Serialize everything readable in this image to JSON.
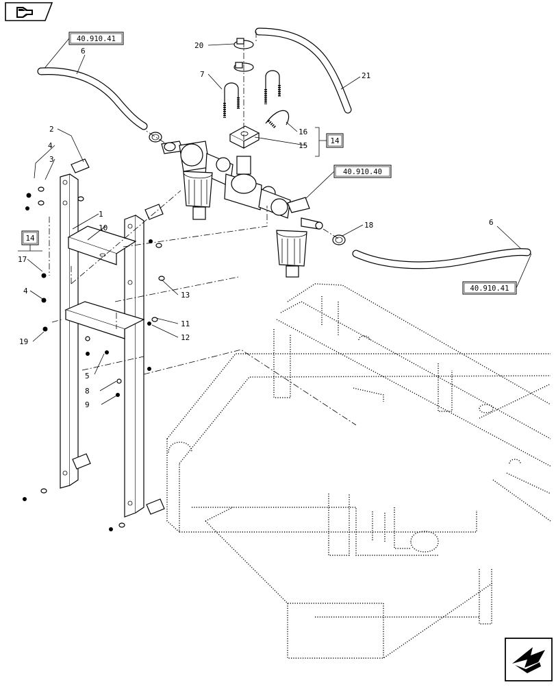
{
  "reference_boxes": [
    {
      "id": "ref-top-left",
      "text": "40.910.41"
    },
    {
      "id": "ref-mid",
      "text": "40.910.40"
    },
    {
      "id": "ref-right",
      "text": "40.910.41"
    },
    {
      "id": "kit-top",
      "text": "14"
    },
    {
      "id": "kit-left",
      "text": "14"
    }
  ],
  "callouts": {
    "c2": "2",
    "c3": "3",
    "c4a": "4",
    "c4b": "4",
    "c1": "1",
    "c10": "10",
    "c17": "17",
    "c19": "19",
    "c13": "13",
    "c11": "11",
    "c12": "12",
    "c5": "5",
    "c8": "8",
    "c9": "9",
    "c6a": "6",
    "c6b": "6",
    "c7": "7",
    "c20": "20",
    "c21": "21",
    "c16": "16",
    "c15": "15",
    "c18": "18"
  },
  "icons": {
    "top_left": "previous-page-arrow-icon",
    "bottom_right": "next-page-arrow-icon"
  }
}
